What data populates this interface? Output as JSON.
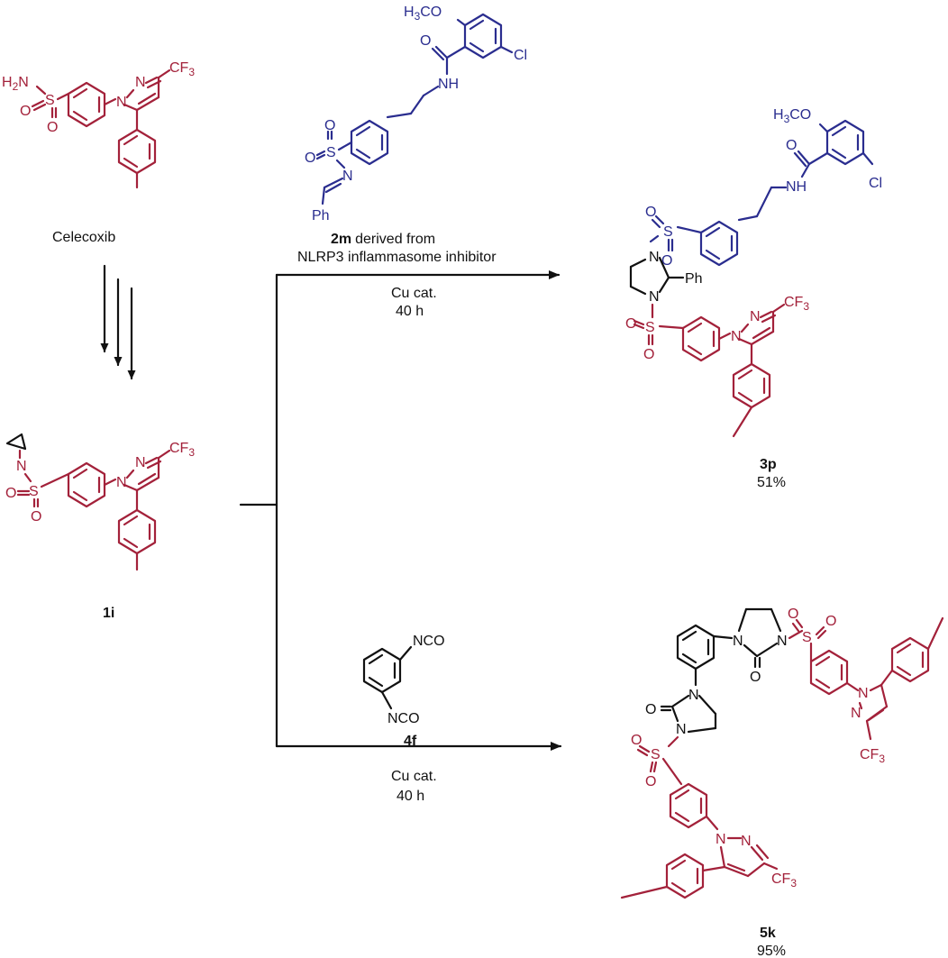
{
  "celecoxib": {
    "name": "Celecoxib"
  },
  "compound_1i": {
    "label": "1i"
  },
  "reagent_2m": {
    "label": "2m",
    "caption_line1": "derived from",
    "caption_line2": "NLRP3 inflammasome inhibitor"
  },
  "reagent_4f": {
    "label": "4f"
  },
  "reaction_top": {
    "catalyst": "Cu cat.",
    "time": "40 h"
  },
  "reaction_bottom": {
    "catalyst": "Cu cat.",
    "time": "40 h"
  },
  "product_3p": {
    "label": "3p",
    "yield": "51%"
  },
  "product_5k": {
    "label": "5k",
    "yield": "95%"
  },
  "colors": {
    "celecoxib_fragment": "#a3213a",
    "inhibitor_fragment": "#2a2d8f",
    "core": "#111111"
  },
  "atoms": {
    "cf3": "CF",
    "cf3_sub": "3",
    "n": "N",
    "nh": "NH",
    "h2n_h": "H",
    "h2n_sub": "2",
    "h2n_n": "N",
    "s": "S",
    "o": "O",
    "cl": "Cl",
    "ph": "Ph",
    "h3co_h": "H",
    "h3co_sub": "3",
    "h3co_co": "CO",
    "nco": "NCO"
  }
}
